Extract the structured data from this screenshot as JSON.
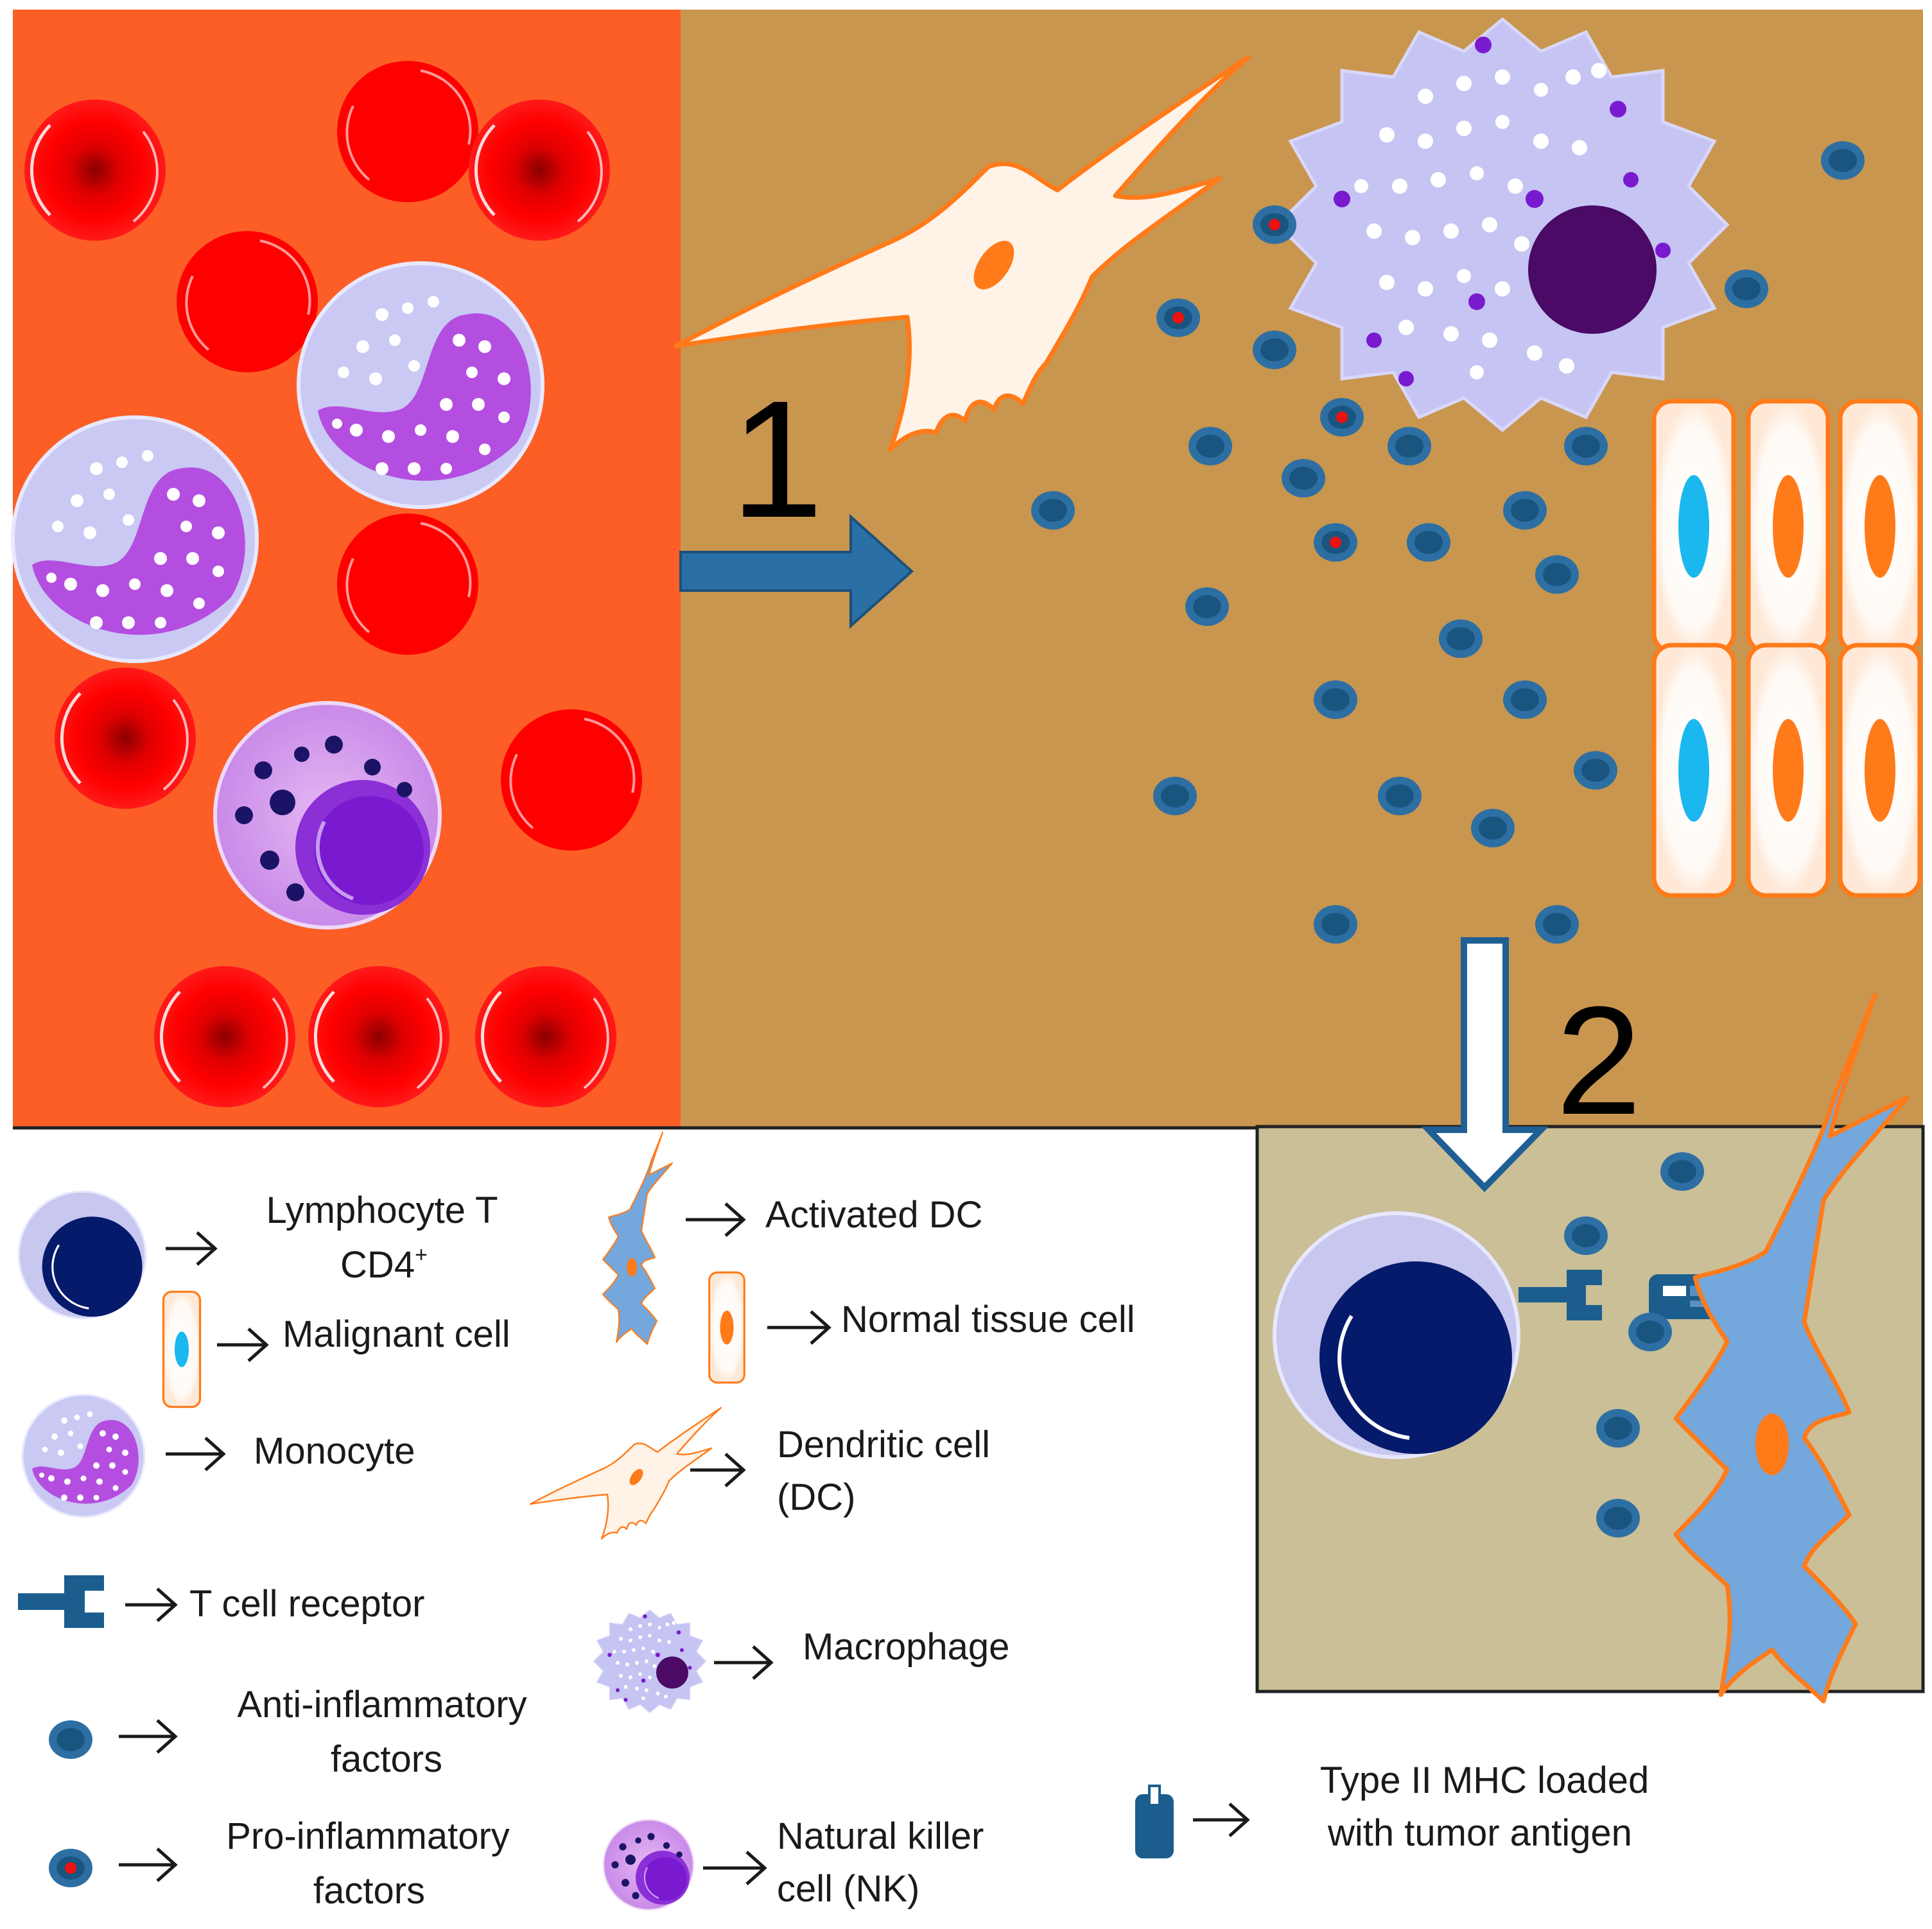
{
  "steps": {
    "one": "1",
    "two": "2"
  },
  "legend": {
    "lymphocyte_t_line1": "Lymphocyte T",
    "lymphocyte_t_line2": "CD4",
    "lymphocyte_t_sup": "+",
    "malignant_cell": "Malignant  cell",
    "monocyte": "Monocyte",
    "t_cell_receptor": "T cell receptor",
    "anti_inflammatory_line1": "Anti-inflammatory",
    "anti_inflammatory_line2": "factors",
    "pro_inflammatory_line1": "Pro-inflammatory",
    "pro_inflammatory_line2": "factors",
    "activated_dc": "Activated DC",
    "normal_tissue_cell": "Normal tissue cell",
    "dendritic_cell_line1": "Dendritic cell",
    "dendritic_cell_line2": "(DC)",
    "macrophage": "Macrophage",
    "nk_line1": "Natural killer",
    "nk_line2": "cell (NK)",
    "mhc_line1": "Type II  MHC  loaded",
    "mhc_line2": "with tumor antigen"
  },
  "colors": {
    "blood": "#fc5e26",
    "tissue": "#c8964e",
    "synapse_zone": "#cbbf97",
    "red_cell": "#ff0000",
    "factor": "#1b5e8e",
    "arrow": "#2a6fa6",
    "dc_outline": "#ff7b1a",
    "activated_dc_fill": "#74a7dc",
    "malignant_nucleus": "#1bb7ef",
    "monocyte_nucleus": "#b44ee0",
    "lymphocyte_nucleus": "#061a6c",
    "nk_nucleus": "#7a1ad0",
    "macrophage_fill": "#c6c4f2",
    "macrophage_nucleus": "#4a0a66"
  },
  "icons": [
    "red-blood-cell",
    "monocyte",
    "natural-killer-cell",
    "dendritic-cell",
    "activated-dendritic-cell",
    "macrophage",
    "lymphocyte-t-cd4",
    "malignant-cell",
    "normal-tissue-cell",
    "anti-inflammatory-factor",
    "pro-inflammatory-factor",
    "t-cell-receptor",
    "mhc-ii-complex",
    "right-arrow",
    "down-arrow"
  ]
}
